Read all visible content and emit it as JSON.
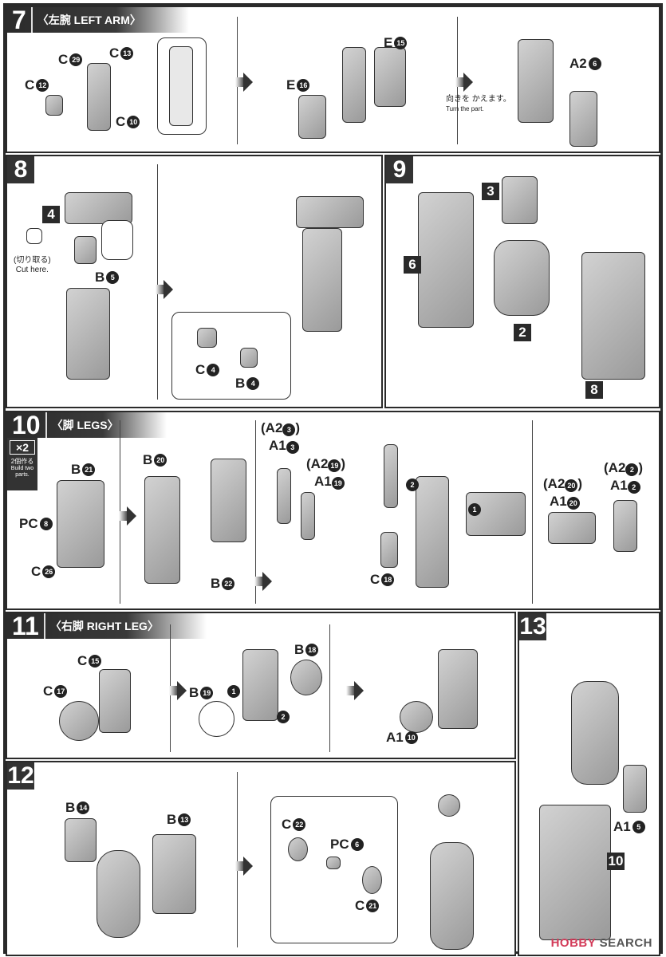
{
  "steps": {
    "s7": {
      "num": "7",
      "title": "〈左腕 LEFT ARM〉",
      "note_jp": "向きを かえます。",
      "note_en": "Turn the part.",
      "labels": [
        {
          "l": "C",
          "n": "29"
        },
        {
          "l": "C",
          "n": "13"
        },
        {
          "l": "C",
          "n": "12"
        },
        {
          "l": "C",
          "n": "10"
        },
        {
          "l": "E",
          "n": "15"
        },
        {
          "l": "E",
          "n": "16"
        },
        {
          "l": "A2",
          "n": "6"
        }
      ]
    },
    "s8": {
      "num": "8",
      "sub": "4",
      "cut_jp": "(切り取る)",
      "cut_en": "Cut here.",
      "labels": [
        {
          "l": "B",
          "n": "5"
        },
        {
          "l": "C",
          "n": "4"
        },
        {
          "l": "B",
          "n": "4"
        }
      ]
    },
    "s9": {
      "num": "9",
      "subs": [
        "3",
        "6",
        "2",
        "8"
      ]
    },
    "s10": {
      "num": "10",
      "title": "〈脚 LEGS〉",
      "multiplier": "×2",
      "mult_jp": "2個作る",
      "mult_en": "Build two parts.",
      "labels": [
        {
          "l": "B",
          "n": "21"
        },
        {
          "l": "PC",
          "n": "8"
        },
        {
          "l": "C",
          "n": "26"
        },
        {
          "l": "B",
          "n": "20"
        },
        {
          "l": "B",
          "n": "22"
        },
        {
          "l": "C",
          "n": "18"
        }
      ],
      "alt": [
        {
          "a": "(A2",
          "an": "3",
          "b": "A1",
          "bn": "3"
        },
        {
          "a": "(A2",
          "an": "19",
          "b": "A1",
          "bn": "19"
        },
        {
          "a": "(A2",
          "an": "20",
          "b": "A1",
          "bn": "20"
        },
        {
          "a": "(A2",
          "an": "2",
          "b": "A1",
          "bn": "2"
        }
      ],
      "order": [
        "1",
        "2"
      ]
    },
    "s11": {
      "num": "11",
      "title": "〈右脚 RIGHT LEG〉",
      "labels": [
        {
          "l": "C",
          "n": "15"
        },
        {
          "l": "C",
          "n": "17"
        },
        {
          "l": "B",
          "n": "19"
        },
        {
          "l": "B",
          "n": "18"
        },
        {
          "l": "A1",
          "n": "10"
        }
      ],
      "order": [
        "1",
        "2"
      ]
    },
    "s12": {
      "num": "12",
      "labels": [
        {
          "l": "B",
          "n": "14"
        },
        {
          "l": "B",
          "n": "13"
        },
        {
          "l": "C",
          "n": "22"
        },
        {
          "l": "PC",
          "n": "6"
        },
        {
          "l": "C",
          "n": "21"
        }
      ]
    },
    "s13": {
      "num": "13",
      "sub": "10",
      "labels": [
        {
          "l": "A1",
          "n": "5"
        }
      ]
    }
  },
  "watermark": {
    "brand": "HOBBY",
    "rest": " SEARCH"
  }
}
